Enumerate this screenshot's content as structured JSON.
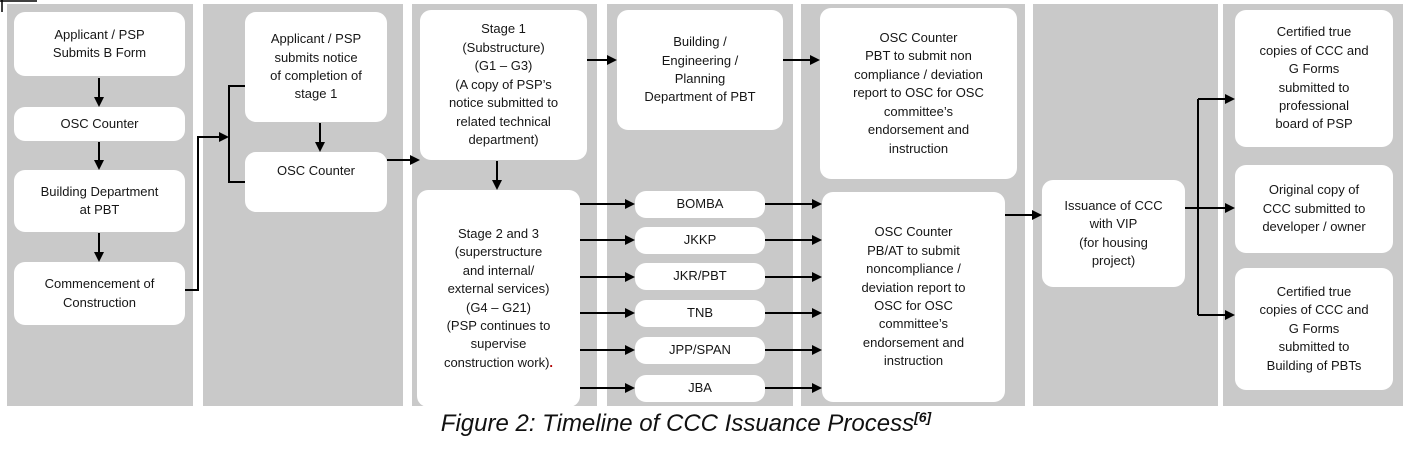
{
  "caption": {
    "text": "Figure 2: Timeline of CCC Issuance Process",
    "ref": "[6]"
  },
  "colors": {
    "panel": "#c9c9c9",
    "box": "#ffffff",
    "arrow": "#000000",
    "red_mark": "#b00000"
  },
  "col1": {
    "applicant": "Applicant / PSP\nSubmits B Form",
    "osc_counter": "OSC Counter",
    "building_dept": "Building Department\nat PBT",
    "commencement": "Commencement of\nConstruction"
  },
  "col2": {
    "notice": "Applicant / PSP\nsubmits notice\nof completion of\nstage 1",
    "osc_counter": "OSC Counter"
  },
  "col3": {
    "stage1": "Stage 1\n(Substructure)\n(G1 – G3)\n(A copy of PSP’s\nnotice submitted to\nrelated technical\ndepartment)",
    "stage23": "Stage 2 and 3\n(superstructure\nand internal/\nexternal services)\n(G4 – G21)\n(PSP continues to\nsupervise\nconstruction work)",
    "stage23_mark": "."
  },
  "col4": {
    "dept_pbt": "Building /\nEngineering /\nPlanning\nDepartment of PBT",
    "agencies": [
      "BOMBA",
      "JKKP",
      "JKR/PBT",
      "TNB",
      "JPP/SPAN",
      "JBA"
    ]
  },
  "col5": {
    "osc_pbt": "OSC Counter\nPBT to submit non\ncompliance / deviation\nreport to OSC for OSC\ncommittee’s\nendorsement and\ninstruction",
    "osc_pbat": "OSC Counter\nPB/AT to submit\nnoncompliance /\ndeviation report to\nOSC for OSC\ncommittee’s\nendorsement and\ninstruction"
  },
  "col6": {
    "issuance": "Issuance of CCC\nwith VIP\n(for housing\nproject)"
  },
  "col7": {
    "certified_psp": "Certified true\ncopies of CCC and\nG Forms\nsubmitted to\nprofessional\nboard of PSP",
    "original_owner": "Original copy of\nCCC submitted to\ndeveloper / owner",
    "certified_pbt": "Certified true\ncopies of CCC and\nG Forms\nsubmitted to\nBuilding of PBTs"
  }
}
